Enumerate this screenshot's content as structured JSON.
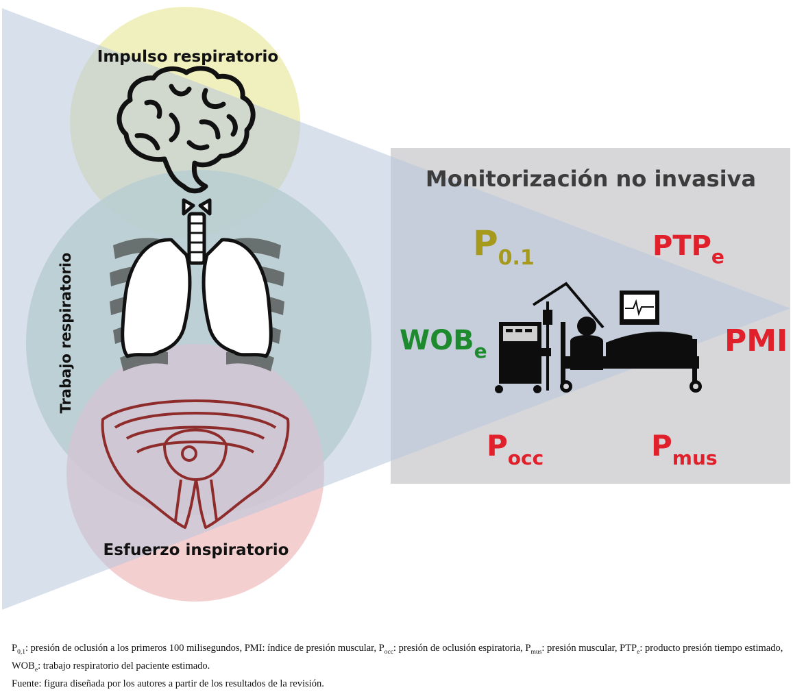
{
  "labels": {
    "impulso": "Impulso respiratorio",
    "trabajo": "Trabajo respiratorio",
    "esfuerzo": "Esfuerzo inspiratorio",
    "monitorizacion": "Monitorización no invasiva"
  },
  "indices": {
    "p01": {
      "main": "P",
      "sub": "0.1",
      "color": "#a59a1c"
    },
    "ptpe": {
      "main": "PTP",
      "sub": "e",
      "color": "#e0202a"
    },
    "wobe": {
      "main": "WOB",
      "sub": "e",
      "color": "#1e8a2e"
    },
    "pmi": {
      "main": "PMI",
      "color": "#e0202a"
    },
    "pocc": {
      "main": "P",
      "sub": "occ",
      "color": "#e0202a"
    },
    "pmus": {
      "main": "P",
      "sub": "mus",
      "color": "#e0202a"
    }
  },
  "colors": {
    "circle_top": "#f0f0bf",
    "circle_middle": "#b9d6c3",
    "circle_bottom": "#f1c7c8",
    "triangle": "#c9d2e2",
    "panel": "#d7d7d9",
    "title": "#3c3c3c",
    "diaphragm": "#8e2b2b"
  },
  "caption": {
    "p01_main": "P",
    "p01_sub": "0,1",
    "p01_def": ": presión de oclusión a los primeros 100 milisegundos, PMI: índice de presión muscular, P",
    "occ_sub": "occ",
    "occ_def": ": presión de oclusión espiratoria, P",
    "mus_sub": "mus",
    "mus_def": ": presión muscular, PTP",
    "ptp_sub": "e",
    "ptp_def": ": producto presión tiempo estimado, WOB",
    "wob_sub": "e",
    "wob_def": ": trabajo respiratorio del paciente estimado.",
    "fuente": "Fuente: figura diseñada por los autores a partir de los resultados de la revisión."
  }
}
